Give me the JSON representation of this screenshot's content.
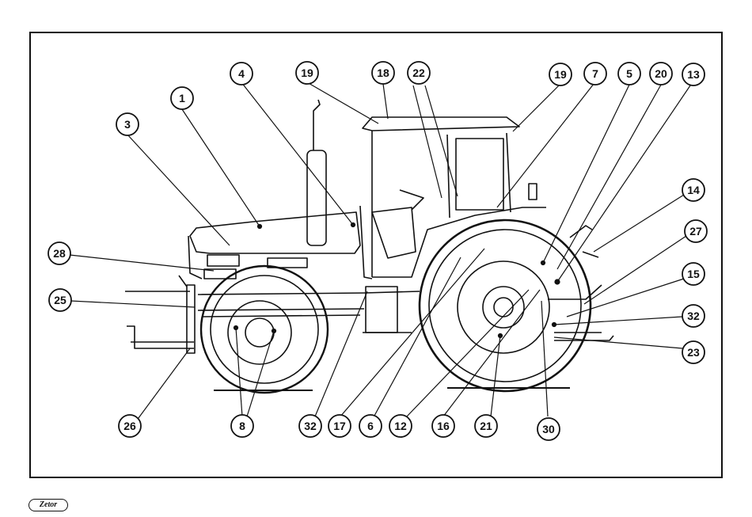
{
  "diagram": {
    "callouts": [
      "1",
      "3",
      "4",
      "19",
      "18",
      "22",
      "19",
      "7",
      "5",
      "20",
      "13",
      "14",
      "27",
      "15",
      "32",
      "23",
      "28",
      "25",
      "26",
      "8",
      "32",
      "17",
      "6",
      "12",
      "16",
      "21",
      "30"
    ]
  },
  "brand": {
    "logo_text": "Zetor"
  }
}
